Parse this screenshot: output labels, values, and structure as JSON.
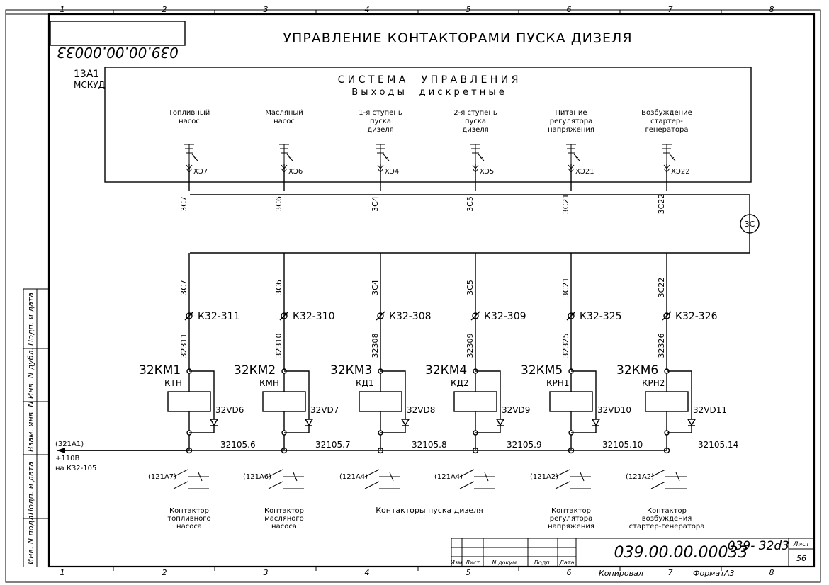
{
  "header": {
    "code_top_left": "039.00.00.00033",
    "title": "УПРАВЛЕНИЕ КОНТАКТОРАМИ ПУСКА ДИЗЕЛЯ"
  },
  "zones": [
    "1",
    "2",
    "3",
    "4",
    "5",
    "6",
    "7",
    "8"
  ],
  "system": {
    "id1": "13А1",
    "id2": "МСКУД",
    "title": "С И С Т Е М А     У П Р А В Л Е Н И Я",
    "subtitle": "В ы х о д ы     д и с к р е т н ы е"
  },
  "outputs": [
    {
      "l1": "Топливный",
      "l2": "насос",
      "l3": "",
      "xs": "ХЭ7",
      "wire": "3С7",
      "term": "К32-311",
      "wire2": "32311",
      "km": "32КМ1",
      "kname": "КТН",
      "vd": "32VD6",
      "node": "32105.6",
      "ctl": "(121А7)",
      "c1": "Контактор",
      "c2": "топливного",
      "c3": "насоса"
    },
    {
      "l1": "Масляный",
      "l2": "насос",
      "l3": "",
      "xs": "ХЭ6",
      "wire": "3С6",
      "term": "К32-310",
      "wire2": "32310",
      "km": "32КМ2",
      "kname": "КМН",
      "vd": "32VD7",
      "node": "32105.7",
      "ctl": "(121А6)",
      "c1": "Контактор",
      "c2": "масляного",
      "c3": "насоса"
    },
    {
      "l1": "1-я ступень",
      "l2": "пуска",
      "l3": "дизеля",
      "xs": "ХЭ4",
      "wire": "3С4",
      "term": "К32-308",
      "wire2": "32308",
      "km": "32КМ3",
      "kname": "КД1",
      "vd": "32VD8",
      "node": "32105.8",
      "ctl": "(121А4)",
      "c1": "",
      "c2": "",
      "c3": ""
    },
    {
      "l1": "2-я ступень",
      "l2": "пуска",
      "l3": "дизеля",
      "xs": "ХЭ5",
      "wire": "3С5",
      "term": "К32-309",
      "wire2": "32309",
      "km": "32КМ4",
      "kname": "КД2",
      "vd": "32VD9",
      "node": "32105.9",
      "ctl": "(121А4)",
      "c1": "",
      "c2": "",
      "c3": ""
    },
    {
      "l1": "Питание",
      "l2": "регулятора",
      "l3": "напряжения",
      "xs": "ХЭ21",
      "wire": "3С21",
      "term": "К32-325",
      "wire2": "32325",
      "km": "32КМ5",
      "kname": "КРН1",
      "vd": "32VD10",
      "node": "32105.10",
      "ctl": "(121А2)",
      "c1": "Контактор",
      "c2": "регулятора",
      "c3": "напряжения"
    },
    {
      "l1": "Возбуждение",
      "l2": "стартер-",
      "l3": "генератора",
      "xs": "ХЭ22",
      "wire": "3С22",
      "term": "К32-326",
      "wire2": "32326",
      "km": "32КМ6",
      "kname": "КРН2",
      "vd": "32VD11",
      "node": "32105.14",
      "ctl": "(121А2)",
      "c1": "Контактор",
      "c2": "возбуждения",
      "c3": "стартер-генератора"
    }
  ],
  "cable": "3С",
  "source": {
    "l1": "(321А1)",
    "l2": "+110В",
    "l3": "на К32-105"
  },
  "group_caption": "Контакторы пуска дизеля",
  "sheet_code": "039- 32d3",
  "stamp": {
    "doc": "039.00.00.00033",
    "izm": "Изм",
    "list": "Лист",
    "ndoc": "N докум.",
    "podp": "Подп.",
    "data": "Дата",
    "sheet_lbl": "Лист",
    "sheet_no": "56",
    "kopir": "Копировал",
    "format": "Формат",
    "format_val": "А3"
  },
  "left_strip": [
    "Инв. N подл.",
    "Подп. и дата",
    "Взам. инв. N",
    "Инв. N дубл.",
    "Подп. и дата"
  ]
}
